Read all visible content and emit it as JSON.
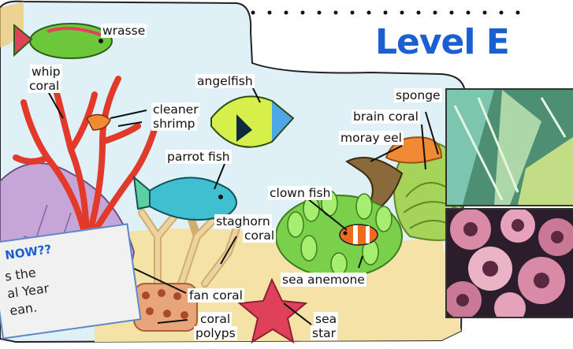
{
  "title": "Level E",
  "sidebar_box": {
    "heading": "NOW??",
    "lines": [
      "s the",
      "al Year",
      "ean."
    ]
  },
  "labels": {
    "wrasse": "wrasse",
    "whip_coral_1": "whip",
    "whip_coral_2": "coral",
    "angelfish": "angelfish",
    "cleaner_shrimp_1": "cleaner",
    "cleaner_shrimp_2": "shrimp",
    "sponge": "sponge",
    "brain_coral": "brain coral",
    "moray_eel": "moray eel",
    "parrot_fish": "parrot fish",
    "clown_fish": "clown fish",
    "staghorn_coral_1": "staghorn",
    "staghorn_coral_2": "coral",
    "sea_anemone": "sea anemone",
    "fan_coral": "fan coral",
    "coral_polyps_1": "coral",
    "coral_polyps_2": "polyps",
    "sea_star_1": "sea",
    "sea_star_2": "star"
  },
  "colors": {
    "title_blue": "#1b5fd1",
    "water": "#dff0f7",
    "sand": "#f4e2a6",
    "whip_coral": "#e23a2a",
    "fan_coral": "#c6a6d8",
    "staghorn": "#ecd3a0",
    "anemone": "#7ad04a",
    "sea_star": "#e0415a"
  }
}
